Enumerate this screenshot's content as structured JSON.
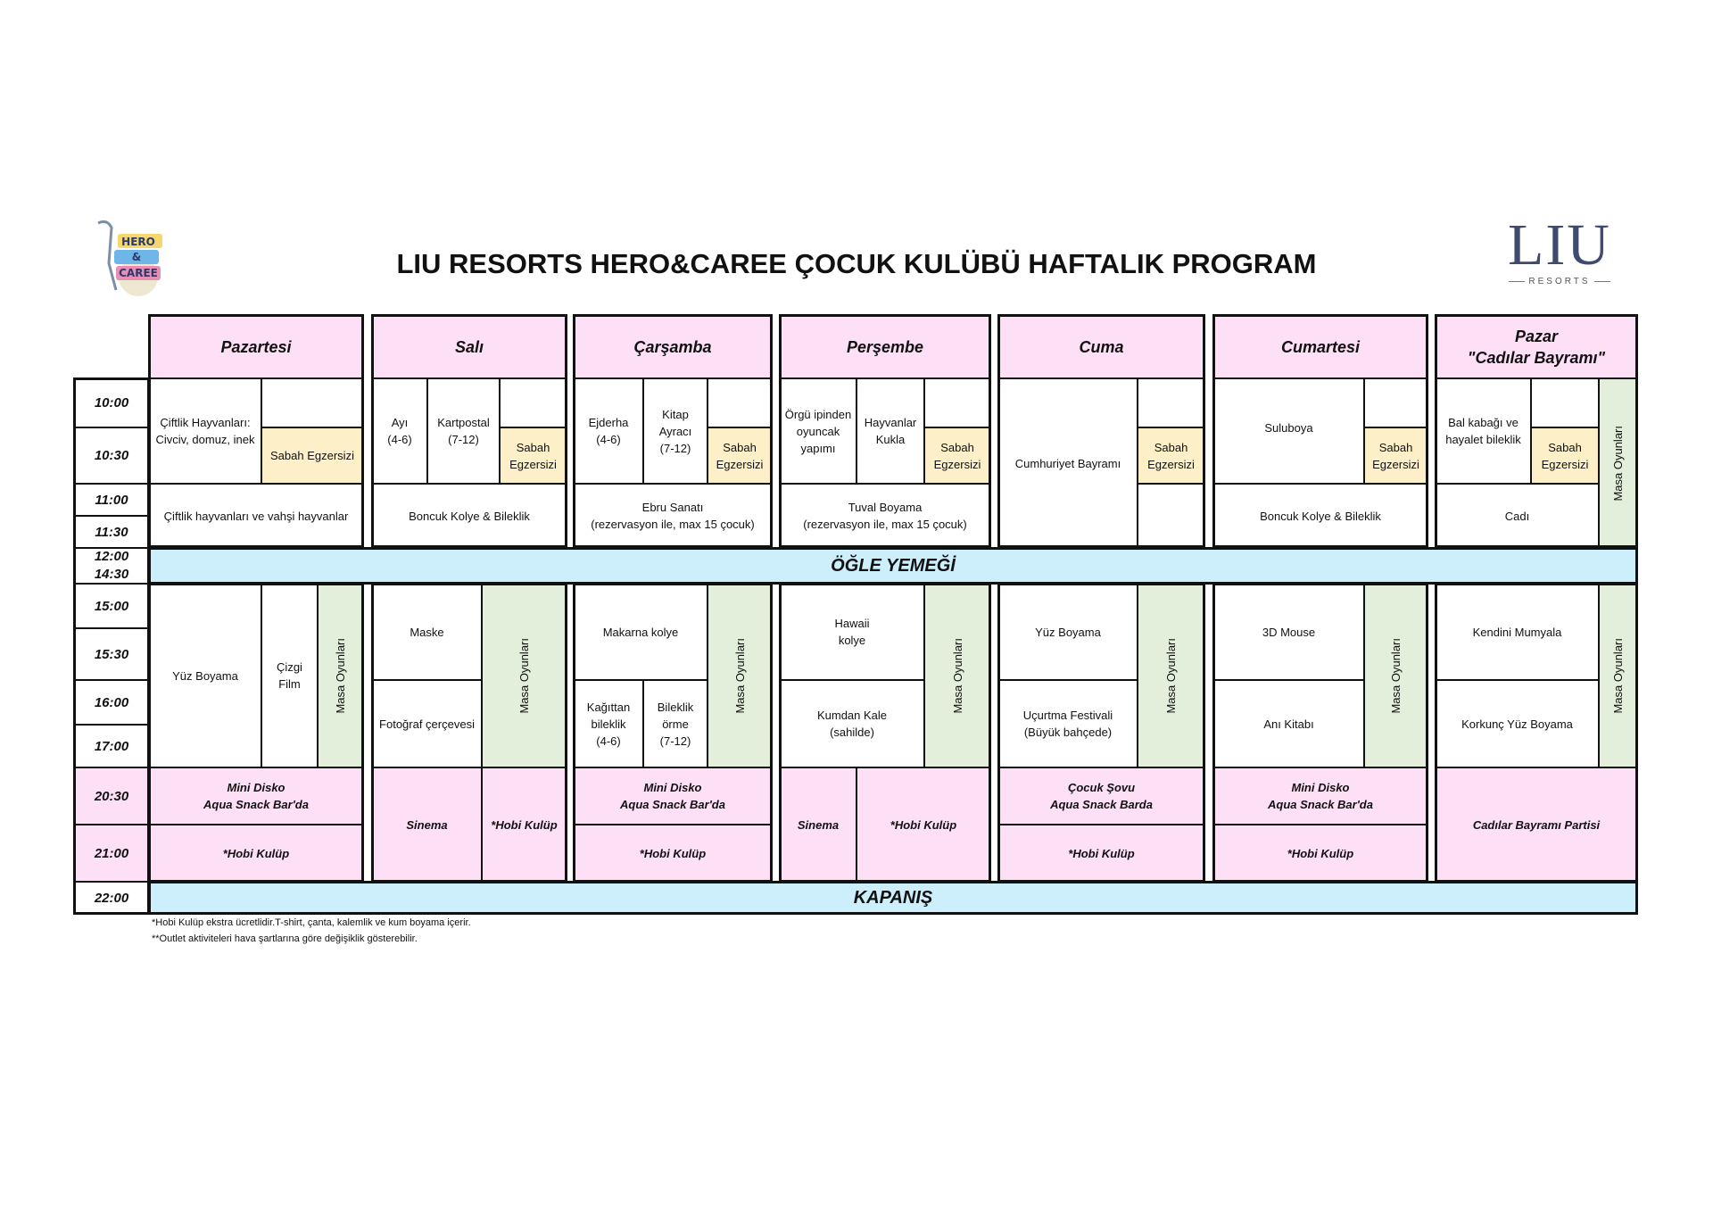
{
  "title": "LIU RESORTS HERO&CAREE ÇOCUK KULÜBÜ HAFTALIK PROGRAM",
  "logo_left": {
    "icon": "heroandcaree-kids-club-logo",
    "text": "HERO & CAREE"
  },
  "logo_right": {
    "brand": "LIU",
    "sub": "RESORTS"
  },
  "colors": {
    "header_pink": "#fde0f5",
    "exercise_yellow": "#fdf0c8",
    "table_games_green": "#e3eedb",
    "band_blue": "#cdeefb"
  },
  "days": [
    "Pazartesi",
    "Salı",
    "Çarşamba",
    "Perşembe",
    "Cuma",
    "Cumartesi",
    "Pazar\n\"Cadılar Bayramı\""
  ],
  "times": {
    "t1000": "10:00",
    "t1030": "10:30",
    "t1100": "11:00",
    "t1130": "11:30",
    "t1200": "12:00",
    "t1430": "14:30",
    "t1500": "15:00",
    "t1530": "15:30",
    "t1600": "16:00",
    "t1700": "17:00",
    "t2030": "20:30",
    "t2100": "21:00",
    "t2200": "22:00"
  },
  "bands": {
    "lunch": "ÖĞLE YEMEĞİ",
    "closing": "KAPANIŞ"
  },
  "common": {
    "sabah_egzersizi": "Sabah Egzersizi",
    "sabah_egzersizi_2l": "Sabah\nEgzersizi",
    "masa_oyunlari": "Masa Oyunları",
    "hobi_kulup": "*Hobi Kulüp",
    "sinema": "Sinema",
    "mini_disko": "Mini Disko\nAqua Snack Bar'da"
  },
  "pazartesi": {
    "morning1": "Çiftlik Hayvanları:\nCivciv, domuz, inek",
    "morning2": "Çiftlik hayvanları ve vahşi hayvanlar",
    "afternoon1": "Yüz Boyama",
    "afternoon2": "Çizgi Film"
  },
  "sali": {
    "morning1a": "Ayı\n(4-6)",
    "morning1b": "Kartpostal\n(7-12)",
    "morning2": "Boncuk Kolye & Bileklik",
    "afternoon1": "Maske",
    "afternoon2": "Fotoğraf çerçevesi"
  },
  "carsamba": {
    "morning1a": "Ejderha\n(4-6)",
    "morning1b": "Kitap\nAyracı\n(7-12)",
    "morning2": "Ebru Sanatı\n(rezervasyon ile, max 15 çocuk)",
    "afternoon1": "Makarna kolye",
    "afternoon2a": "Kağıttan\nbileklik\n(4-6)",
    "afternoon2b": "Bileklik\nörme\n(7-12)"
  },
  "persembe": {
    "morning1a": "Örgü ipinden\noyuncak\nyapımı",
    "morning1b": "Hayvanlar\nKukla",
    "morning2": "Tuval Boyama\n(rezervasyon ile, max 15 çocuk)",
    "afternoon1": "Hawaii\nkolye",
    "afternoon2": "Kumdan Kale\n(sahilde)"
  },
  "cuma": {
    "morning": "Cumhuriyet Bayramı",
    "afternoon1": "Yüz Boyama",
    "afternoon2": "Uçurtma Festivali\n(Büyük bahçede)",
    "evening1": "Çocuk Şovu\nAqua Snack Barda"
  },
  "cumartesi": {
    "morning1": "Suluboya",
    "morning2": "Boncuk Kolye & Bileklik",
    "afternoon1": "3D Mouse",
    "afternoon2": "Anı Kitabı"
  },
  "pazar": {
    "morning1": "Bal kabağı ve\nhayalet bileklik",
    "morning2": "Cadı",
    "afternoon1": "Kendini Mumyala",
    "afternoon2": "Korkunç Yüz Boyama",
    "evening": "Cadılar Bayramı Partisi"
  },
  "footnotes": [
    "*Hobi Kulüp ekstra ücretlidir.T-shirt, çanta, kalemlik ve kum boyama içerir.",
    "**Outlet aktiviteleri hava şartlarına göre değişiklik gösterebilir."
  ]
}
